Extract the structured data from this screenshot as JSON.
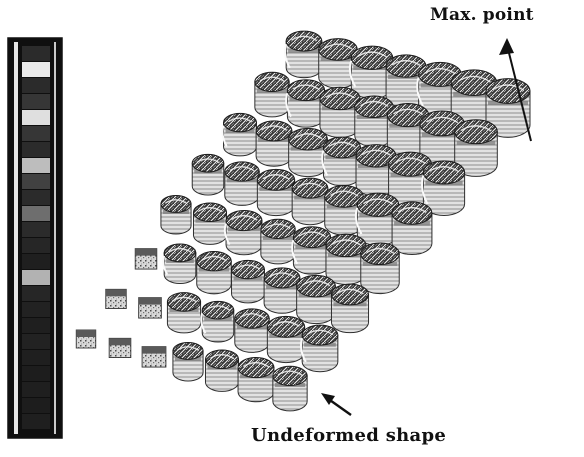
{
  "figure": {
    "labels": {
      "max_point": "Max. point",
      "undeformed_shape": "Undeformed shape"
    },
    "colors": {
      "ink": "#111111",
      "light": "#f5f5f5",
      "mid": "#8a8a8a",
      "dark": "#2a2a2a"
    },
    "colorbar_levels": [
      0.1,
      0.95,
      0.1,
      0.15,
      0.9,
      0.15,
      0.1,
      0.75,
      0.2,
      0.1,
      0.4,
      0.1,
      0.08,
      0.05,
      0.7,
      0.08,
      0.06,
      0.05,
      0.06,
      0.05,
      0.04,
      0.05,
      0.04,
      0.05
    ],
    "grid_rows": 8,
    "grid_cols": 7
  }
}
